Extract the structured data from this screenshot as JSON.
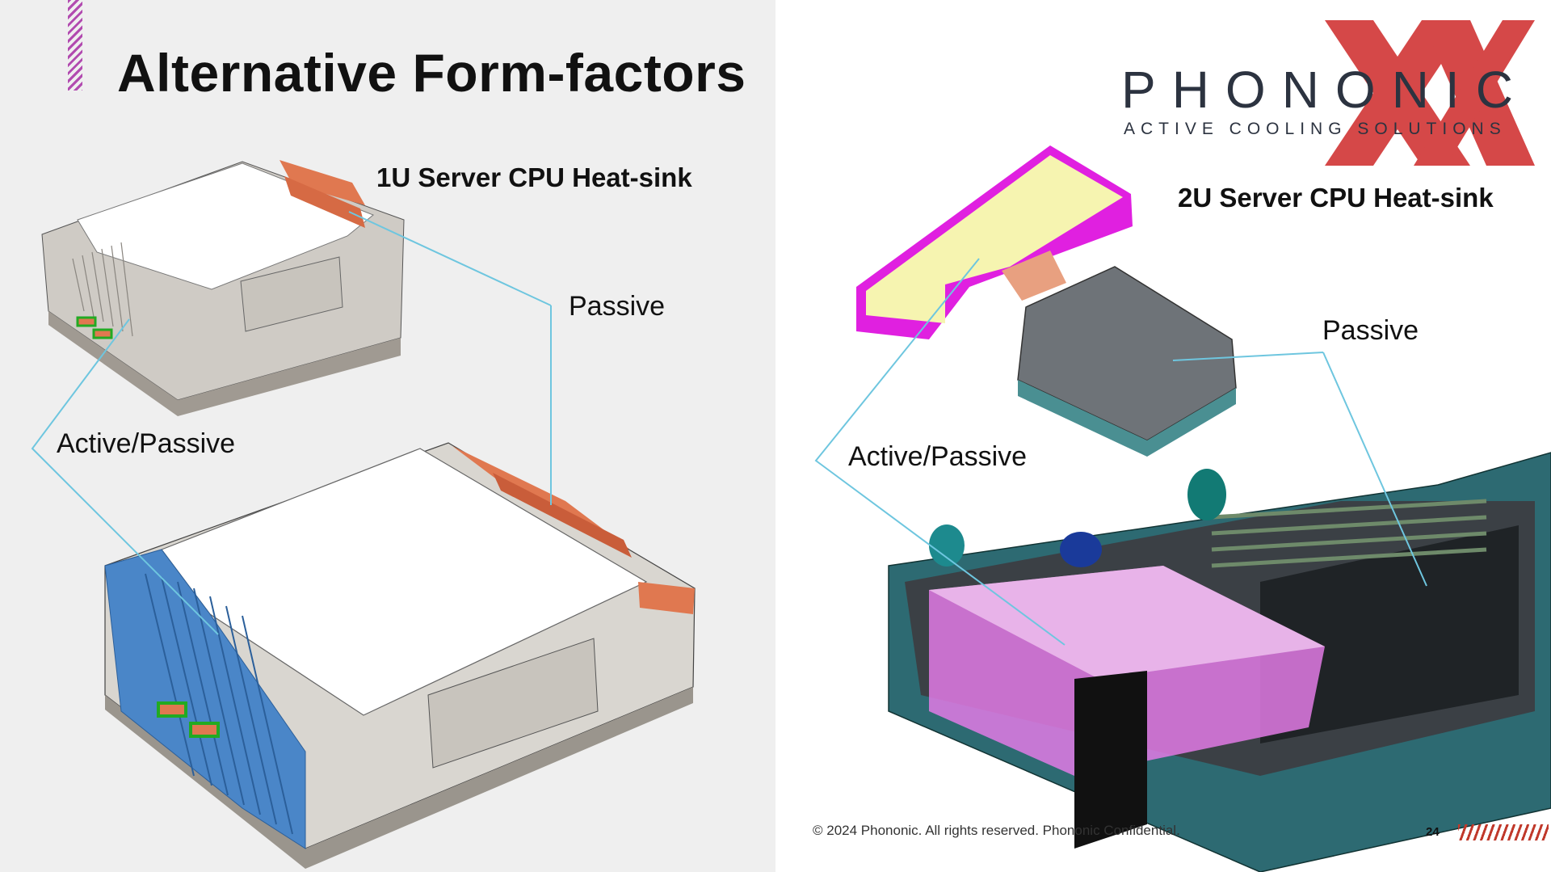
{
  "slide": {
    "title": "Alternative Form-factors",
    "page_number": "24"
  },
  "labels": {
    "heatsink_1u": "1U Server CPU Heat-sink",
    "heatsink_2u": "2U Server CPU Heat-sink",
    "passive_left": "Passive",
    "active_passive_left": "Active/Passive",
    "passive_right": "Passive",
    "active_passive_right": "Active/Passive"
  },
  "logo": {
    "name": "PHONONIC",
    "tagline": "ACTIVE COOLING SOLUTIONS"
  },
  "footer": {
    "copyright": "© 2024 Phononic.  All rights reserved. Phononic Confidential."
  },
  "colors": {
    "left_background": "#efefef",
    "heatsink_body": "#d9d6d0",
    "heat_pipe": "#e07850",
    "fin_blue": "#4a86c8",
    "magenta": "#e020e0",
    "watermark_red": "#cc2020",
    "chassis_teal": "#2d6a72",
    "leader_line": "#6ec6df"
  }
}
